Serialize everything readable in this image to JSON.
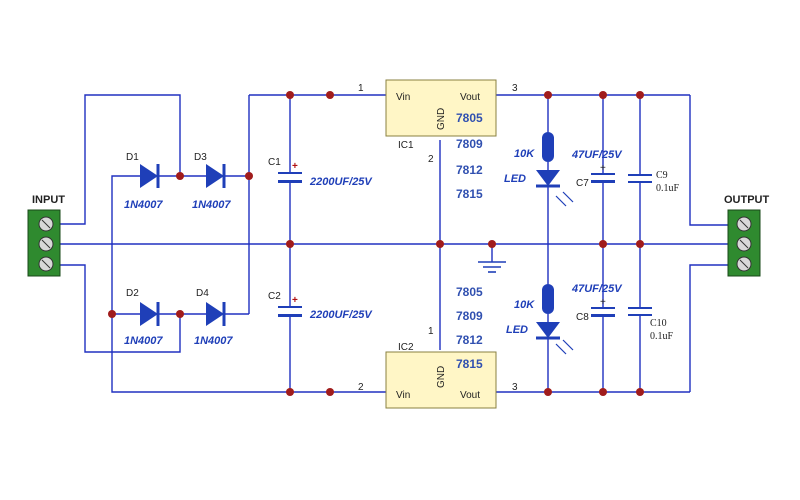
{
  "terminals": {
    "input": "INPUT",
    "output": "OUTPUT"
  },
  "diodes": {
    "d1": "D1",
    "d2": "D2",
    "d3": "D3",
    "d4": "D4",
    "part": "1N4007"
  },
  "capacitors": {
    "c1": "C1",
    "c2": "C2",
    "c1_value": "2200UF/25V",
    "c2_value": "2200UF/25V",
    "c7": "C7",
    "c8": "C8",
    "c7_value": "47UF/25V",
    "c8_value": "47UF/25V",
    "c9": "C9",
    "c10": "C10",
    "c9_value": "0.1uF",
    "c10_value": "0.1uF",
    "plus": "+"
  },
  "ic1": {
    "name": "IC1",
    "vin": "Vin",
    "vout": "Vout",
    "gnd": "GND",
    "pin1": "1",
    "pin2": "2",
    "pin3": "3",
    "parts": [
      "7805",
      "7809",
      "7812",
      "7815"
    ]
  },
  "ic2": {
    "name": "IC2",
    "vin": "Vin",
    "vout": "Vout",
    "gnd": "GND",
    "pin1": "1",
    "pin2": "2",
    "pin3": "3",
    "parts": [
      "7805",
      "7809",
      "7812",
      "7815"
    ]
  },
  "leds": {
    "resistor": "10K",
    "led": "LED"
  },
  "colors": {
    "wire": "#2030c0",
    "node": "#a01c1c",
    "terminal": "#2f8a2f",
    "ic_fill": "#fff6c6"
  }
}
